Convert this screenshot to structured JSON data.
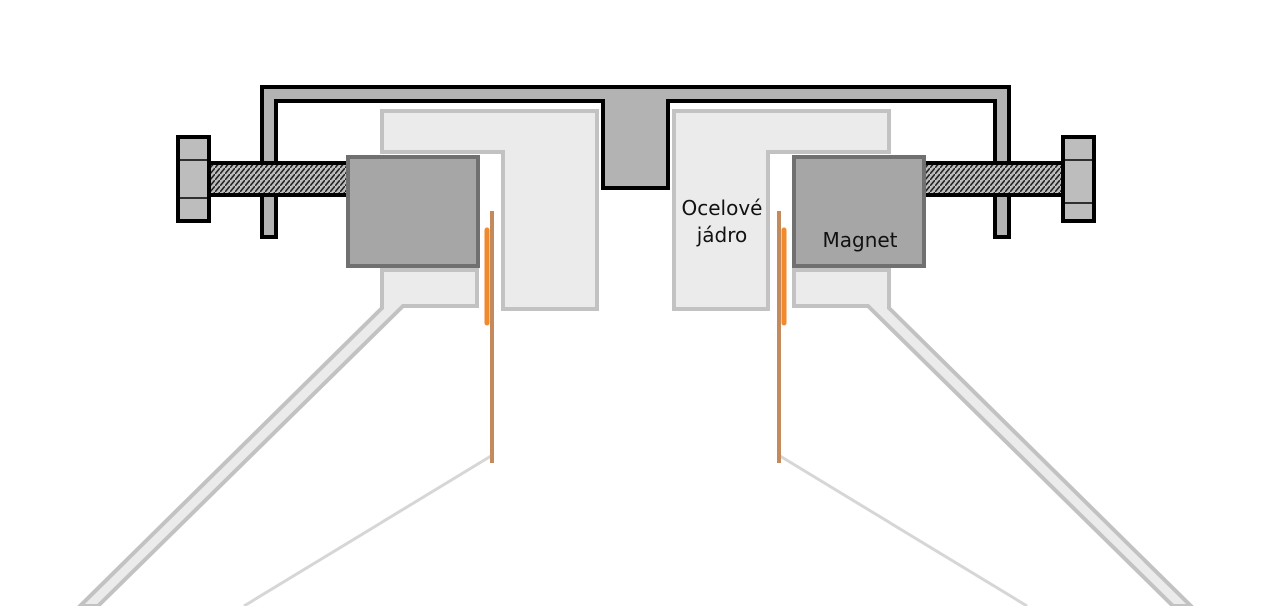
{
  "labels": {
    "core_line1": "Ocelové",
    "core_line2": "jádro",
    "magnet": "Magnet"
  },
  "colors": {
    "background": "#ffffff",
    "yoke_fill": "#b3b3b3",
    "outline": "#000000",
    "magnet_fill": "#a6a6a6",
    "magnet_stroke": "#707070",
    "pole_fill": "#ebebeb",
    "pole_stroke": "#c2c2c2",
    "coil": "#f08a2c",
    "former": "#c48a5c",
    "diaphragm": "#d6d6d6",
    "bolt_fill": "#bdbdbd",
    "thread_fill": "#bdbdbd"
  }
}
